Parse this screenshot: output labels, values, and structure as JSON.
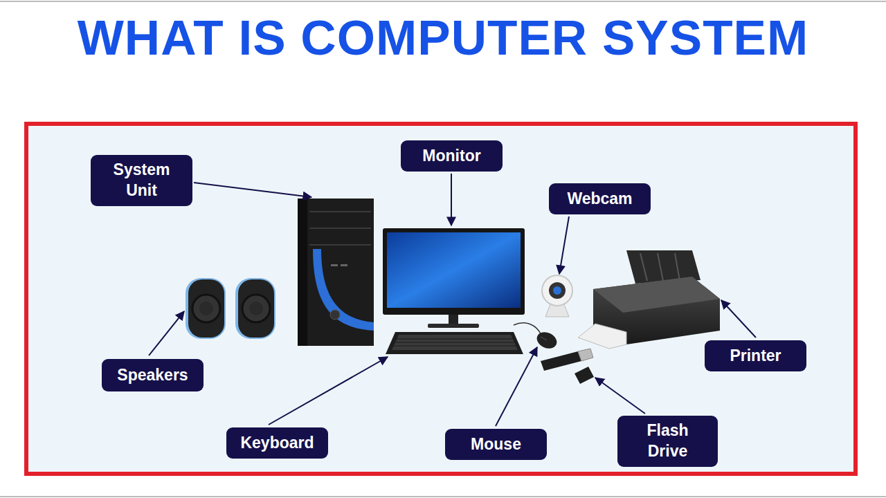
{
  "diagram": {
    "title": "WHAT IS COMPUTER SYSTEM",
    "nodes": [
      {
        "text": [
          "System Unit"
        ]
      },
      {
        "text": [
          "Monitor"
        ]
      },
      {
        "text": [
          "Webcam"
        ]
      },
      {
        "text": [
          "Speakers"
        ]
      },
      {
        "text": [
          "Printer"
        ]
      },
      {
        "text": [
          "Keyboard"
        ]
      },
      {
        "text": [
          "Mouse"
        ]
      },
      {
        "text": [
          "Flash Drive"
        ]
      }
    ]
  }
}
